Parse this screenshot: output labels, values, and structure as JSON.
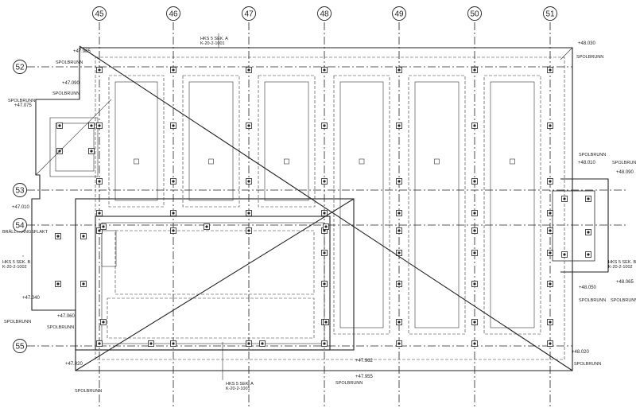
{
  "grid": {
    "columns": [
      "45",
      "46",
      "47",
      "48",
      "49",
      "50",
      "51"
    ],
    "rows": [
      "52",
      "53",
      "54",
      "55"
    ]
  },
  "labels": {
    "drain": "SPOLBRUNN",
    "ventilation": "BRÄLLTRÄNGSFLAKT",
    "elevations": [
      "+47.985",
      "+47.090",
      "+47.075",
      "+48.030",
      "+48.010",
      "+48.090",
      "+47.010",
      "+47.040",
      "+47.060",
      "+48.050",
      "+48.065",
      "+48.020",
      "+47.962",
      "+47.955",
      "+47.020"
    ],
    "section_refs": [
      "HKS 5 SEK. A",
      "K-20-2-1001",
      "HKS 5 SEK. B",
      "K-20-2-1002"
    ]
  },
  "colors": {
    "line": "#222222",
    "hatch": "#9a9a9a",
    "background": "#ffffff"
  }
}
